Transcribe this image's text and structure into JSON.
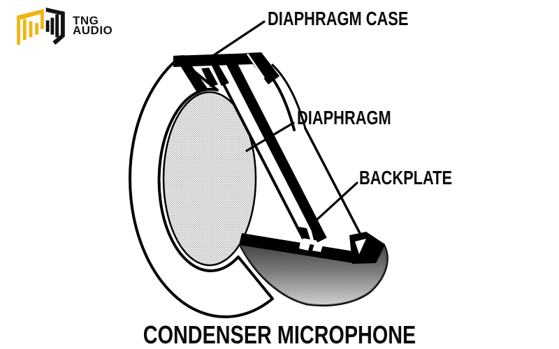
{
  "page": {
    "background_color": "#ffffff",
    "ink_color": "#000000"
  },
  "logo": {
    "line1": "TNG",
    "line2": "AUDIO",
    "icon": "equalizer-soundwave-logo",
    "accent_color": "#F0B512",
    "text_color": "#141414"
  },
  "diagram": {
    "subject": "condenser microphone capsule cross-section",
    "labels": {
      "diaphragm_case": "DIAPHRAGM CASE",
      "diaphragm": "DIAPHRAGM",
      "backplate": "BACKPLATE"
    },
    "title": "CONDENSER MICROPHONE"
  }
}
